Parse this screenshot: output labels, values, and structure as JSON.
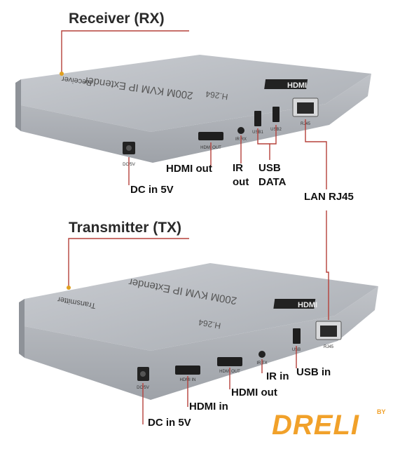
{
  "receiver": {
    "title": "Receiver (RX)",
    "device_side_label": "Receiver",
    "device_top_text": "200M KVM IP Extender",
    "codec": "H.264",
    "brand": "HDMI",
    "port_labels": {
      "dc": "DC/5V",
      "hdmi_out": "HDMI OUT",
      "ir": "IR RX",
      "usb1": "USB1",
      "usb2": "USB2",
      "lan": "RJ45"
    },
    "callouts": {
      "hdmi_out": "HDMI out",
      "ir_line1": "IR",
      "ir_line2": "out",
      "usb_line1": "USB",
      "usb_line2": "DATA",
      "dc": "DC in 5V",
      "lan": "LAN RJ45"
    }
  },
  "transmitter": {
    "title": "Transmitter (TX)",
    "device_side_label": "Transmitter",
    "device_top_text": "200M KVM IP Extender",
    "codec": "H.264",
    "brand": "HDMI",
    "port_labels": {
      "dc": "DC/5V",
      "hdmi_in": "HDMI IN",
      "hdmi_out": "HDMI OUT",
      "ir": "IR TX",
      "usb": "USB",
      "lan": "RJ45"
    },
    "callouts": {
      "ir": "IR in",
      "usb": "USB in",
      "hdmi_out": "HDMI out",
      "hdmi_in": "HDMI in",
      "dc": "DC in 5V"
    }
  },
  "logo": {
    "text": "DRELI",
    "by": "BY"
  },
  "colors": {
    "accent_line": "#b5403a",
    "body": "#b9bcc1",
    "title": "#2a2a2a",
    "logo": "#f1a12a"
  }
}
